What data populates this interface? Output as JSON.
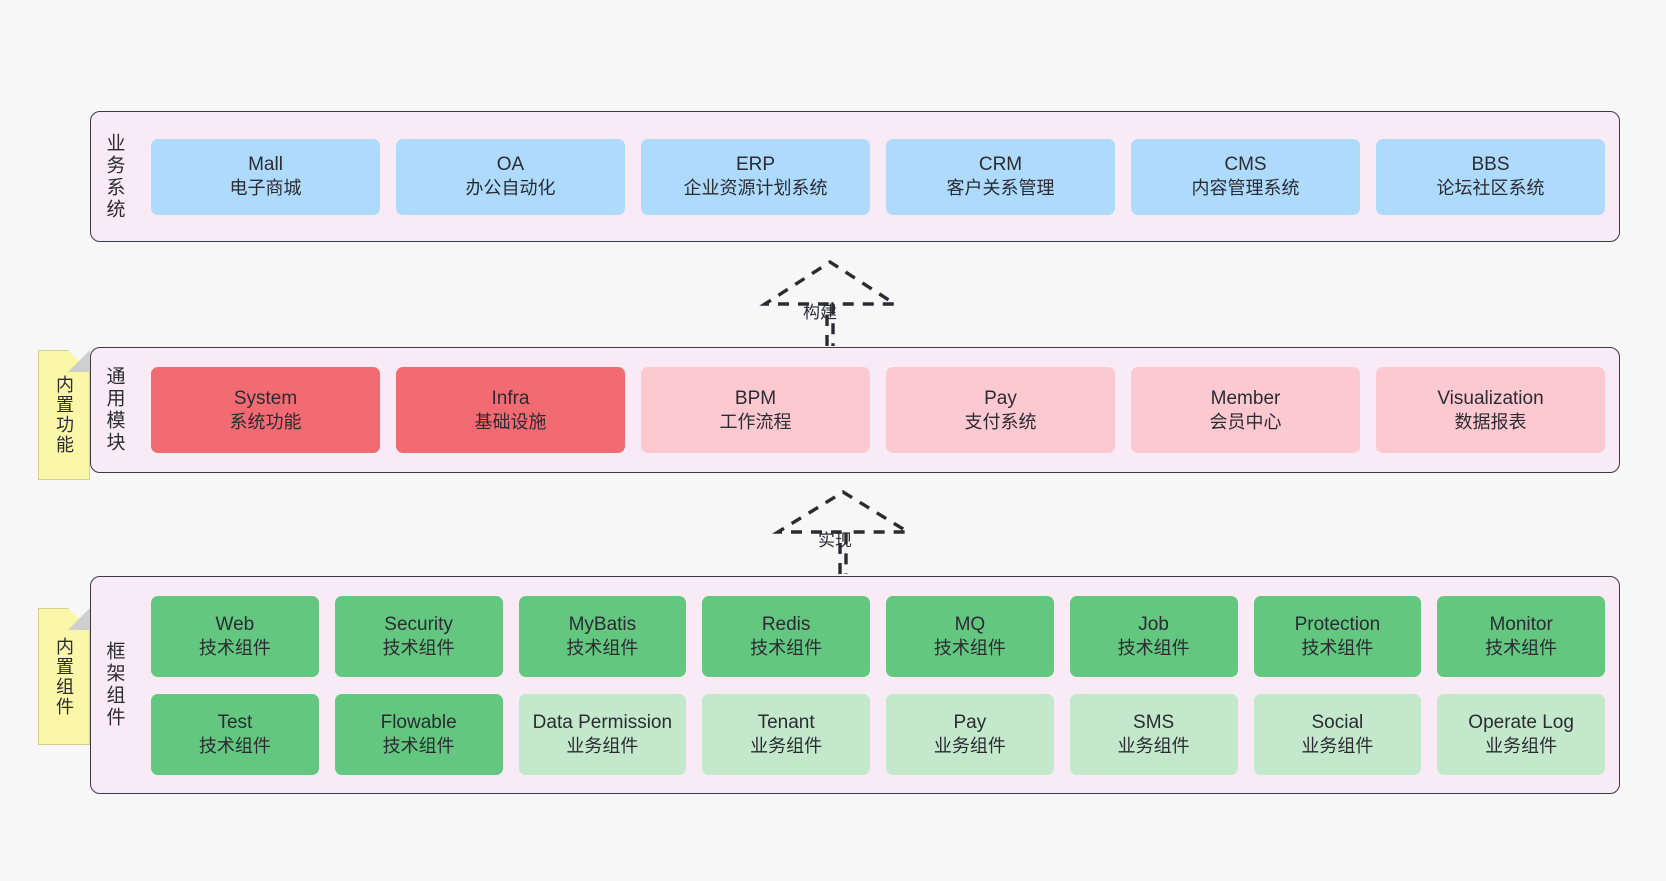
{
  "layers": [
    {
      "id": "business-systems",
      "title": "业务系统",
      "rows": [
        [
          {
            "title": "Mall",
            "sub": "电子商城",
            "color": "blue"
          },
          {
            "title": "OA",
            "sub": "办公自动化",
            "color": "blue"
          },
          {
            "title": "ERP",
            "sub": "企业资源计划系统",
            "color": "blue"
          },
          {
            "title": "CRM",
            "sub": "客户关系管理",
            "color": "blue"
          },
          {
            "title": "CMS",
            "sub": "内容管理系统",
            "color": "blue"
          },
          {
            "title": "BBS",
            "sub": "论坛社区系统",
            "color": "blue"
          }
        ]
      ]
    },
    {
      "id": "common-modules",
      "title": "通用模块",
      "note": "内置功能",
      "rows": [
        [
          {
            "title": "System",
            "sub": "系统功能",
            "color": "red"
          },
          {
            "title": "Infra",
            "sub": "基础设施",
            "color": "red"
          },
          {
            "title": "BPM",
            "sub": "工作流程",
            "color": "pink"
          },
          {
            "title": "Pay",
            "sub": "支付系统",
            "color": "pink"
          },
          {
            "title": "Member",
            "sub": "会员中心",
            "color": "pink"
          },
          {
            "title": "Visualization",
            "sub": "数据报表",
            "color": "pink"
          }
        ]
      ]
    },
    {
      "id": "framework-components",
      "title": "框架组件",
      "note": "内置组件",
      "rows": [
        [
          {
            "title": "Web",
            "sub": "技术组件",
            "color": "green"
          },
          {
            "title": "Security",
            "sub": "技术组件",
            "color": "green"
          },
          {
            "title": "MyBatis",
            "sub": "技术组件",
            "color": "green"
          },
          {
            "title": "Redis",
            "sub": "技术组件",
            "color": "green"
          },
          {
            "title": "MQ",
            "sub": "技术组件",
            "color": "green"
          },
          {
            "title": "Job",
            "sub": "技术组件",
            "color": "green"
          },
          {
            "title": "Protection",
            "sub": "技术组件",
            "color": "green"
          },
          {
            "title": "Monitor",
            "sub": "技术组件",
            "color": "green"
          }
        ],
        [
          {
            "title": "Test",
            "sub": "技术组件",
            "color": "green"
          },
          {
            "title": "Flowable",
            "sub": "技术组件",
            "color": "green"
          },
          {
            "title": "Data Permission",
            "sub": "业务组件",
            "color": "lightgreen"
          },
          {
            "title": "Tenant",
            "sub": "业务组件",
            "color": "lightgreen"
          },
          {
            "title": "Pay",
            "sub": "业务组件",
            "color": "lightgreen"
          },
          {
            "title": "SMS",
            "sub": "业务组件",
            "color": "lightgreen"
          },
          {
            "title": "Social",
            "sub": "业务组件",
            "color": "lightgreen"
          },
          {
            "title": "Operate Log",
            "sub": "业务组件",
            "color": "lightgreen"
          }
        ]
      ]
    }
  ],
  "connectors": [
    {
      "id": "build",
      "label": "构建"
    },
    {
      "id": "implement",
      "label": "实现"
    }
  ],
  "colors": {
    "blue": "#aedbfc",
    "red": "#f26b72",
    "pink": "#fcc9d0",
    "green": "#63c77f",
    "lightgreen": "#c3e8cb",
    "layer_bg": "#f9ebf5",
    "note_bg": "#fbf7a8",
    "canvas_bg": "#f7f7f7"
  }
}
